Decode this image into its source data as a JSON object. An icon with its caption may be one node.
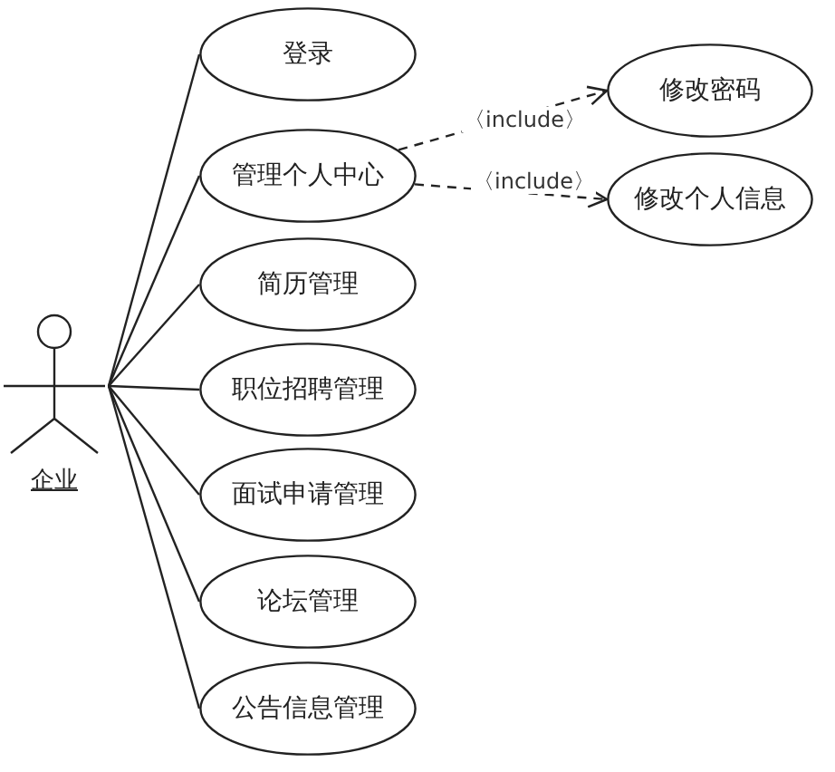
{
  "diagram": {
    "nodes": [
      {
        "text": [
          "企业"
        ]
      },
      {
        "text": [
          "登录"
        ]
      },
      {
        "text": [
          "管理个人中心"
        ]
      },
      {
        "text": [
          "简历管理"
        ]
      },
      {
        "text": [
          "职位招聘管理"
        ]
      },
      {
        "text": [
          "面试申请管理"
        ]
      },
      {
        "text": [
          "论坛管理"
        ]
      },
      {
        "text": [
          "公告信息管理"
        ]
      },
      {
        "text": [
          "修改密码"
        ]
      },
      {
        "text": [
          "修改个人信息"
        ]
      }
    ],
    "edges": [
      {
        "from": 0,
        "to": 1,
        "arrow": "none"
      },
      {
        "from": 0,
        "to": 2,
        "arrow": "none"
      },
      {
        "from": 0,
        "to": 3,
        "arrow": "none"
      },
      {
        "from": 0,
        "to": 4,
        "arrow": "none"
      },
      {
        "from": 0,
        "to": 5,
        "arrow": "none"
      },
      {
        "from": 0,
        "to": 6,
        "arrow": "none"
      },
      {
        "from": 0,
        "to": 7,
        "arrow": "none"
      },
      {
        "from": 2,
        "to": 8,
        "arrow": "to",
        "label": "〈include〉",
        "style": "dashed"
      },
      {
        "from": 2,
        "to": 9,
        "arrow": "to",
        "label": "〈include〉",
        "style": "dashed"
      }
    ]
  }
}
